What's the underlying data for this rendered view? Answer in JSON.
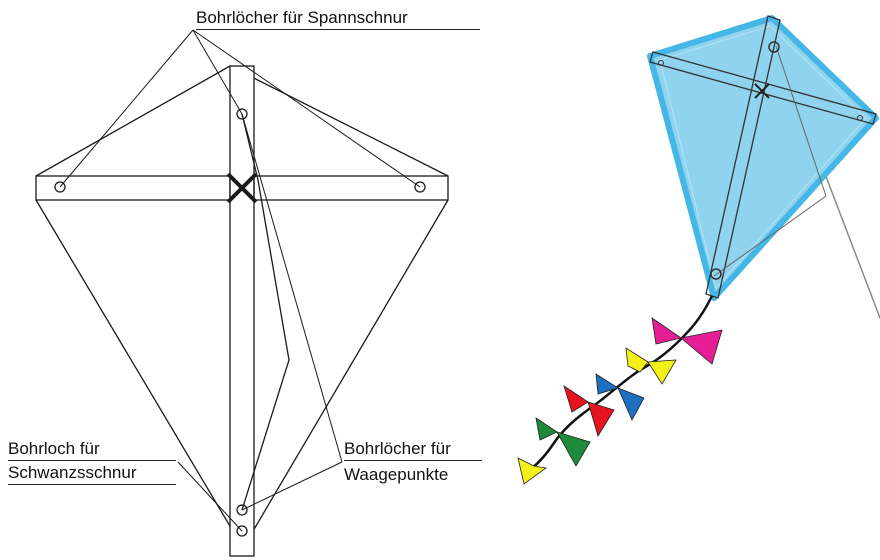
{
  "labels": {
    "spannschnur": "Bohrlöcher für Spannschnur",
    "schwanz_line1": "Bohrloch für",
    "schwanz_line2": "Schwanzsschnur",
    "waage_line1": "Bohrlöcher für",
    "waage_line2": "Waagepunkte"
  },
  "colors": {
    "kite_sail": "#8fd3ee",
    "kite_border": "#45b7e6",
    "bow_magenta": "#e61e96",
    "bow_yellow": "#f2f21a",
    "bow_blue": "#1e6fc0",
    "bow_red": "#e5141e",
    "bow_green": "#1e8a3c"
  }
}
